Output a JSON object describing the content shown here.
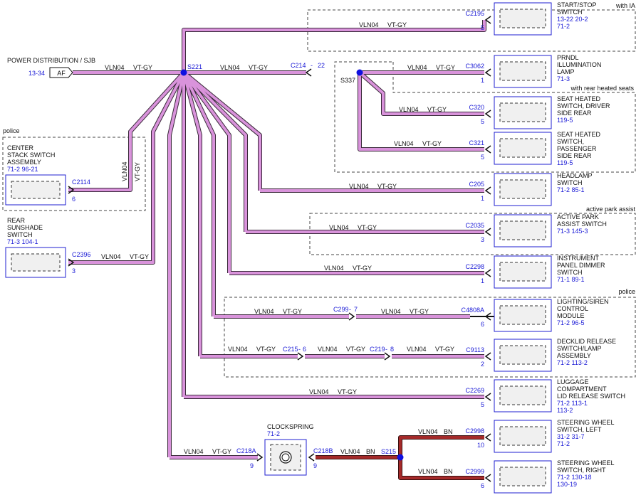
{
  "source": {
    "name": "POWER DISTRIBUTION / SJB",
    "ref": "13-34",
    "pin": "AF"
  },
  "wire": {
    "circuit": "VLN04",
    "color": "VT-GY"
  },
  "wire_bn": {
    "circuit": "VLN04",
    "color": "BN"
  },
  "splices": {
    "s221": "S221",
    "s337": "S337",
    "s215": "S215"
  },
  "groups": {
    "with_ia": "with IA",
    "rear_heated": "with rear heated seats",
    "police": "police",
    "active_park": "active park assist",
    "police2": "police"
  },
  "inline": {
    "c214": "C214",
    "c214_pin": "22",
    "c299": "C299",
    "c299_pin": "7",
    "c215": "C215",
    "c215_pin": "6",
    "c219": "C219",
    "c219_pin": "8",
    "c218a": "C218A",
    "c218a_pin": "9",
    "c218b": "C218B",
    "c218b_pin": "9"
  },
  "clockspring": {
    "name": "CLOCKSPRING",
    "ref": "71-2"
  },
  "components": [
    {
      "conn": "C2195",
      "pin": "5",
      "l1": "START/STOP",
      "l2": "SWITCH",
      "l3": "",
      "l4": "",
      "r1": "13-22   20-2",
      "r2": "71-2"
    },
    {
      "conn": "C3062",
      "pin": "1",
      "l1": "PRNDL",
      "l2": "ILLUMINATION",
      "l3": "LAMP",
      "l4": "",
      "r1": "71-3",
      "r2": ""
    },
    {
      "conn": "C320",
      "pin": "5",
      "l1": "SEAT HEATED",
      "l2": "SWITCH, DRIVER",
      "l3": "SIDE REAR",
      "l4": "",
      "r1": "119-5",
      "r2": ""
    },
    {
      "conn": "C321",
      "pin": "5",
      "l1": "SEAT HEATED",
      "l2": "SWITCH,",
      "l3": "PASSENGER",
      "l4": "SIDE REAR",
      "r1": "119-5",
      "r2": ""
    },
    {
      "conn": "C205",
      "pin": "1",
      "l1": "HEADLAMP",
      "l2": "SWITCH",
      "l3": "",
      "l4": "",
      "r1": "71-2    85-1",
      "r2": ""
    },
    {
      "conn": "C2035",
      "pin": "3",
      "l1": "ACTIVE PARK",
      "l2": "ASSIST SWITCH",
      "l3": "",
      "l4": "",
      "r1": "71-3    145-3",
      "r2": ""
    },
    {
      "conn": "C2298",
      "pin": "1",
      "l1": "INSTRUMENT",
      "l2": "PANEL DIMMER",
      "l3": "SWITCH",
      "l4": "",
      "r1": "71-1    89-1",
      "r2": ""
    },
    {
      "conn": "C4808A",
      "pin": "6",
      "l1": "LIGHTING/SIREN",
      "l2": "CONTROL",
      "l3": "MODULE",
      "l4": "",
      "r1": "71-2    96-5",
      "r2": ""
    },
    {
      "conn": "C9113",
      "pin": "2",
      "l1": "DECKLID RELEASE",
      "l2": "SWITCH/LAMP",
      "l3": "ASSEMBLY",
      "l4": "",
      "r1": "71-2    113-2",
      "r2": ""
    },
    {
      "conn": "C2269",
      "pin": "5",
      "l1": "LUGGAGE",
      "l2": "COMPARTMENT",
      "l3": "LID RELEASE SWITCH",
      "l4": "",
      "r1": "71-2    113-1",
      "r2": "113-2"
    },
    {
      "conn": "C2998",
      "pin": "10",
      "l1": "STEERING WHEEL",
      "l2": "SWITCH, LEFT",
      "l3": "",
      "l4": "",
      "r1": "31-2    31-7",
      "r2": "71-2"
    },
    {
      "conn": "C2999",
      "pin": "6",
      "l1": "STEERING WHEEL",
      "l2": "SWITCH, RIGHT",
      "l3": "",
      "l4": "",
      "r1": "71-2    130-18",
      "r2": "130-19"
    }
  ],
  "left_components": [
    {
      "conn": "C2114",
      "pin": "6",
      "l1": "CENTER",
      "l2": "STACK SWITCH",
      "l3": "ASSEMBLY",
      "r1": "71-2    96-21"
    },
    {
      "conn": "C2396",
      "pin": "3",
      "l1": "REAR",
      "l2": "SUNSHADE",
      "l3": "SWITCH",
      "r1": "71-3    104-1"
    }
  ]
}
